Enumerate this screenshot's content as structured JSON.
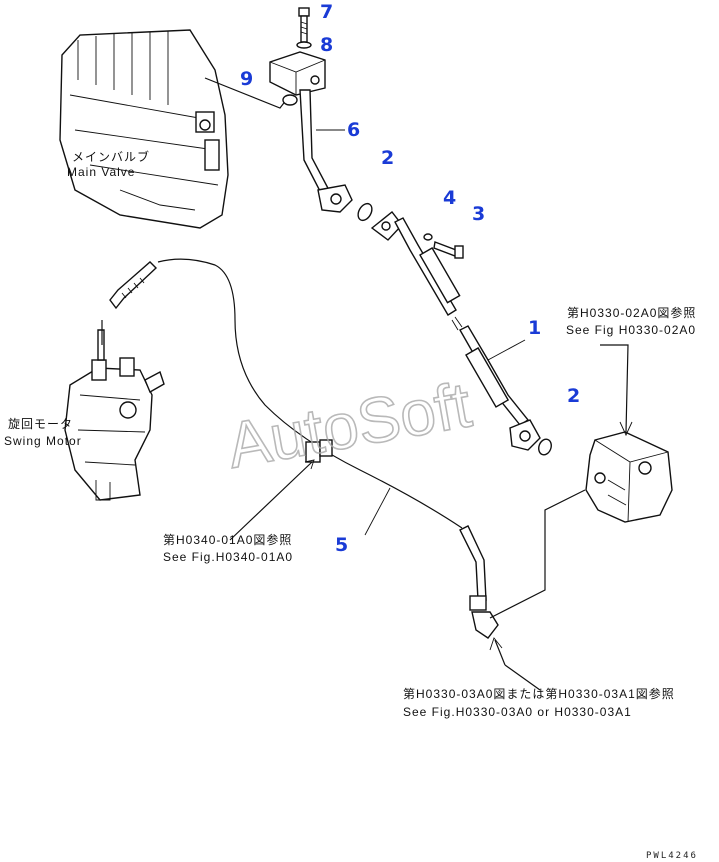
{
  "callouts": {
    "c1": "1",
    "c2a": "2",
    "c2b": "2",
    "c3": "3",
    "c4": "4",
    "c5": "5",
    "c6": "6",
    "c7": "7",
    "c8": "8",
    "c9": "9"
  },
  "labels": {
    "main_valve_jp": "メインバルブ",
    "main_valve_en": "Main Valve",
    "swing_motor_jp": "旋回モータ",
    "swing_motor_en": "Swing Motor",
    "ref_h0330_02a0_jp": "第H0330-02A0図参照",
    "ref_h0330_02a0_en": "See Fig H0330-02A0",
    "ref_h0340_01a0_jp": "第H0340-01A0図参照",
    "ref_h0340_01a0_en": "See Fig.H0340-01A0",
    "ref_h0330_03_jp": "第H0330-03A0図または第H0330-03A1図参照",
    "ref_h0330_03_en": "See Fig.H0330-03A0 or H0330-03A1"
  },
  "watermark": "AutoSoft",
  "drawing_code": "PWL4246",
  "colors": {
    "callout": "#1a3bd6",
    "line": "#111111",
    "watermark": "#a8a8a8"
  }
}
